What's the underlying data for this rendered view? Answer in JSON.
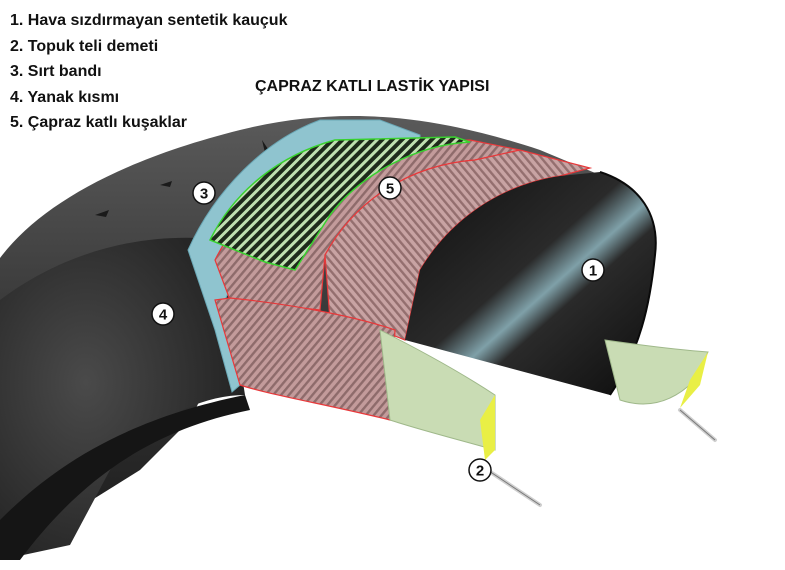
{
  "title": "ÇAPRAZ KATLI LASTİK YAPISI",
  "legend": [
    {
      "num": "1",
      "text": "1. Hava sızdırmayan sentetik kauçuk"
    },
    {
      "num": "2",
      "text": "2. Topuk teli demeti"
    },
    {
      "num": "3",
      "text": "3. Sırt bandı"
    },
    {
      "num": "4",
      "text": "4. Yanak kısmı"
    },
    {
      "num": "5",
      "text": "5. Çapraz katlı kuşaklar"
    }
  ],
  "callouts": {
    "c1": "1",
    "c2": "2",
    "c3": "3",
    "c4": "4",
    "c5": "5"
  },
  "colors": {
    "tire_rubber": "#3b3b3b",
    "tread_band": "#8fc4cf",
    "belt_green": "#2f3f2a",
    "belt_green_edge": "#39d12f",
    "ply_pink": "#c9a2a2",
    "ply_edge_red": "#e8383a",
    "bead_pale_green": "#c9dcb4",
    "bead_edge_yellow": "#e9ef45",
    "bead_wire": "#d7d7d7",
    "inner_liner": "#151515"
  }
}
